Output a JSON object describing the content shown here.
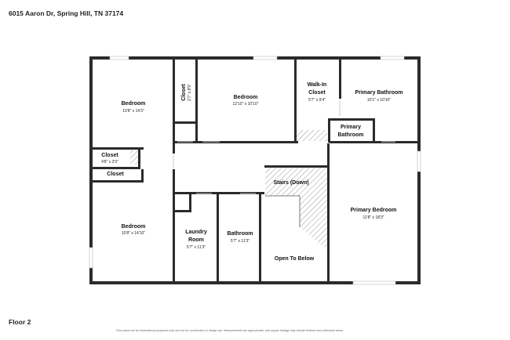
{
  "header": {
    "address": "6015 Aaron Dr, Spring Hill, TN 37174"
  },
  "floor_label": "Floor 2",
  "disclaimer": "Floor plans are for informational purposes only and not for construction or design use. Measurements are approximate, and square footage may include finished and unfinished areas.",
  "rooms": {
    "bedroom_nw": {
      "name": "Bedroom",
      "dims": "10'8\" x 14'3\""
    },
    "closet_vertical": {
      "name": "Closet",
      "dims": "2'7\" x 8'5\""
    },
    "bedroom_center": {
      "name": "Bedroom",
      "dims": "12'10\" x 10'10\""
    },
    "walkin_closet": {
      "name_line1": "Walk-In",
      "name_line2": "Closet",
      "dims": "5'7\" x 9'4\""
    },
    "primary_bath_top": {
      "name": "Primary Bathroom",
      "dims": "10'1\" x 10'10\""
    },
    "primary_bath_small": {
      "name_line1": "Primary",
      "name_line2": "Bathroom"
    },
    "closet_hall": {
      "name": "Closet",
      "dims": "4'8\" x 2'0\""
    },
    "closet_hall2": {
      "name": "Closet"
    },
    "bedroom_sw": {
      "name": "Bedroom",
      "dims": "10'8\" x 14'10\""
    },
    "laundry": {
      "name_line1": "Laundry",
      "name_line2": "Room",
      "dims": "5'7\" x 11'3\""
    },
    "bathroom": {
      "name": "Bathroom",
      "dims": "5'7\" x 11'3\""
    },
    "stairs": {
      "name": "Stairs (Down)"
    },
    "open_below": {
      "name": "Open To Below"
    },
    "primary_bedroom": {
      "name": "Primary Bedroom",
      "dims": "11'8\" x 18'3\""
    }
  },
  "colors": {
    "wall": "#2b2b2b",
    "hatch": "#9a9a9a",
    "window": "#c8c8c8"
  }
}
